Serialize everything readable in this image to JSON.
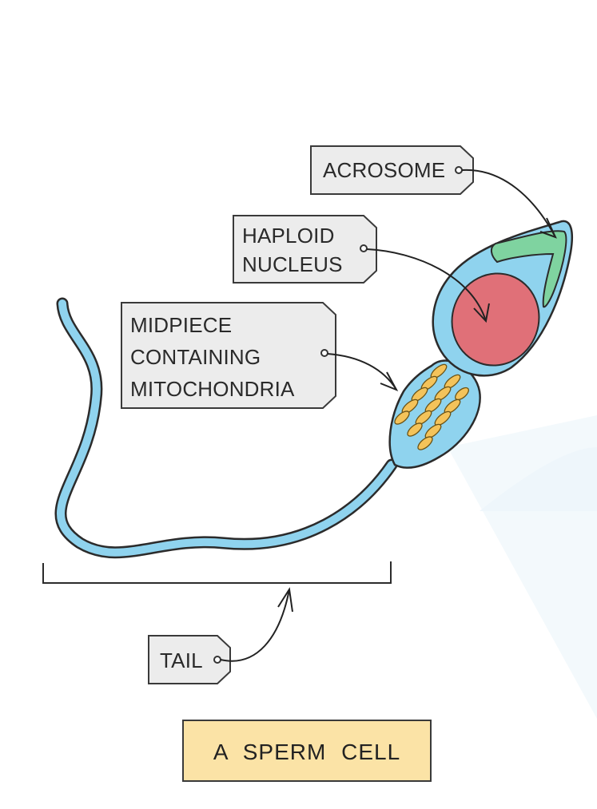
{
  "title": "A SPERM CELL",
  "labels": {
    "acrosome": "ACROSOME",
    "nucleus": [
      "HAPLOID",
      "NUCLEUS"
    ],
    "midpiece": [
      "MIDPIECE",
      "CONTAINING",
      "MITOCHONDRIA"
    ],
    "tail": "TAIL"
  },
  "colors": {
    "cell_body": "#8fd3ee",
    "outline": "#2b2b2b",
    "acrosome": "#7fd3a0",
    "nucleus": "#e07078",
    "mitochondria": "#f4c35a",
    "tag_fill": "#ececec",
    "title_fill": "#fbe3a6",
    "watermark": "#f3f9fc"
  }
}
